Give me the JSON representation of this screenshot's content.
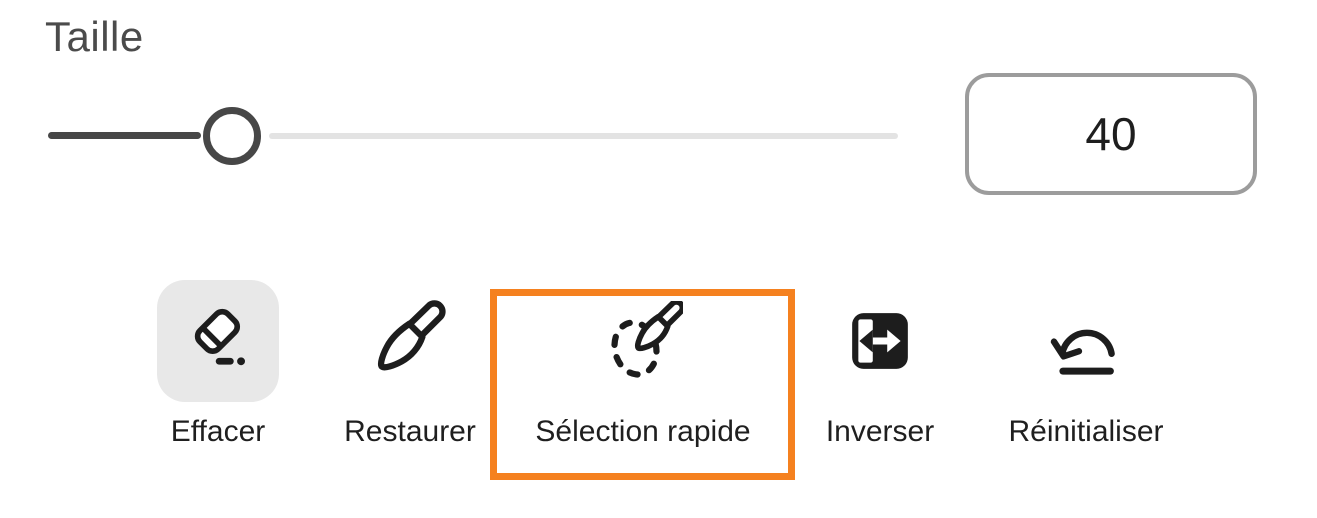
{
  "panel": {
    "size_label": "Taille",
    "size_value": "40",
    "slider": {
      "value": 40,
      "handle_position_percent": 22
    }
  },
  "tools": [
    {
      "id": "effacer",
      "label": "Effacer",
      "icon": "eraser-icon",
      "selected": true,
      "highlighted": false
    },
    {
      "id": "restaurer",
      "label": "Restaurer",
      "icon": "brush-icon",
      "selected": false,
      "highlighted": false
    },
    {
      "id": "selection-rapide",
      "label": "Sélection rapide",
      "icon": "quick-selection-icon",
      "selected": false,
      "highlighted": true
    },
    {
      "id": "inverser",
      "label": "Inverser",
      "icon": "invert-selection-icon",
      "selected": false,
      "highlighted": false
    },
    {
      "id": "reinitialiser",
      "label": "Réinitialiser",
      "icon": "reset-icon",
      "selected": false,
      "highlighted": false
    }
  ],
  "colors": {
    "highlight_orange": "#f5811f",
    "selected_tile_bg": "#e8e8e8",
    "slider_filled": "#474747",
    "slider_track": "#e3e3e3",
    "value_box_border": "#9c9c9c",
    "icon_ink": "#1d1d1d",
    "label_text": "#1f1f1f"
  }
}
